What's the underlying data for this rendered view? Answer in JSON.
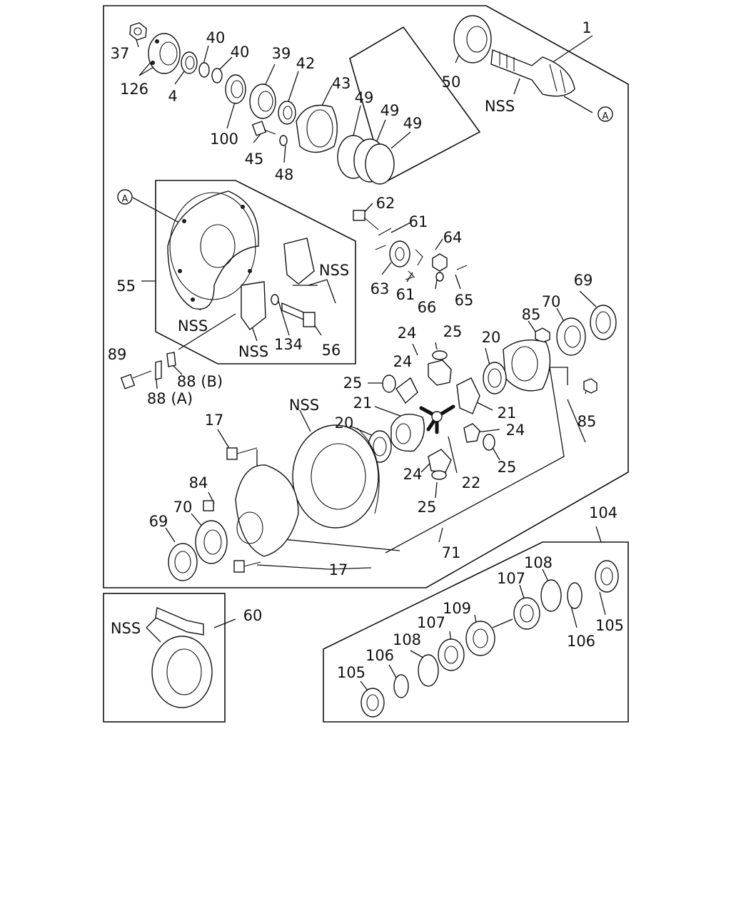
{
  "diagram": {
    "frame_labels": {
      "main_assembly": "1",
      "carrier": "55",
      "case_assembly": "71",
      "ring_pinion_set": "60",
      "lsd_kit": "104"
    },
    "ref_marks": {
      "pinion_ref": "A",
      "carrier_ref": "A"
    },
    "not_serviced": "NSS",
    "callouts": [
      {
        "id": "37",
        "text": "37"
      },
      {
        "id": "126",
        "text": "126"
      },
      {
        "id": "4",
        "text": "4"
      },
      {
        "id": "40a",
        "text": "40"
      },
      {
        "id": "40b",
        "text": "40"
      },
      {
        "id": "39",
        "text": "39"
      },
      {
        "id": "42",
        "text": "42"
      },
      {
        "id": "100",
        "text": "100"
      },
      {
        "id": "43",
        "text": "43"
      },
      {
        "id": "45",
        "text": "45"
      },
      {
        "id": "48",
        "text": "48"
      },
      {
        "id": "49a",
        "text": "49"
      },
      {
        "id": "49b",
        "text": "49"
      },
      {
        "id": "49c",
        "text": "49"
      },
      {
        "id": "50",
        "text": "50"
      },
      {
        "id": "62",
        "text": "62"
      },
      {
        "id": "61a",
        "text": "61"
      },
      {
        "id": "64",
        "text": "64"
      },
      {
        "id": "63",
        "text": "63"
      },
      {
        "id": "61b",
        "text": "61"
      },
      {
        "id": "66",
        "text": "66"
      },
      {
        "id": "65",
        "text": "65"
      },
      {
        "id": "134",
        "text": "134"
      },
      {
        "id": "56",
        "text": "56"
      },
      {
        "id": "89",
        "text": "89"
      },
      {
        "id": "88b",
        "text": "88 (B)"
      },
      {
        "id": "88a",
        "text": "88 (A)"
      },
      {
        "id": "69a",
        "text": "69"
      },
      {
        "id": "70a",
        "text": "70"
      },
      {
        "id": "85a",
        "text": "85"
      },
      {
        "id": "24a",
        "text": "24"
      },
      {
        "id": "25a",
        "text": "25"
      },
      {
        "id": "20a",
        "text": "20"
      },
      {
        "id": "24b",
        "text": "24"
      },
      {
        "id": "25b",
        "text": "25"
      },
      {
        "id": "21a",
        "text": "21"
      },
      {
        "id": "21b",
        "text": "21"
      },
      {
        "id": "24c",
        "text": "24"
      },
      {
        "id": "85b",
        "text": "85"
      },
      {
        "id": "20b",
        "text": "20"
      },
      {
        "id": "25c",
        "text": "25"
      },
      {
        "id": "22",
        "text": "22"
      },
      {
        "id": "24d",
        "text": "24"
      },
      {
        "id": "25d",
        "text": "25"
      },
      {
        "id": "17a",
        "text": "17"
      },
      {
        "id": "84",
        "text": "84"
      },
      {
        "id": "70b",
        "text": "70"
      },
      {
        "id": "69b",
        "text": "69"
      },
      {
        "id": "17b",
        "text": "17"
      },
      {
        "id": "108a",
        "text": "108"
      },
      {
        "id": "107a",
        "text": "107"
      },
      {
        "id": "106a",
        "text": "106"
      },
      {
        "id": "105a",
        "text": "105"
      },
      {
        "id": "109",
        "text": "109"
      },
      {
        "id": "107b",
        "text": "107"
      },
      {
        "id": "108b",
        "text": "108"
      },
      {
        "id": "106b",
        "text": "106"
      },
      {
        "id": "105b",
        "text": "105"
      }
    ]
  }
}
